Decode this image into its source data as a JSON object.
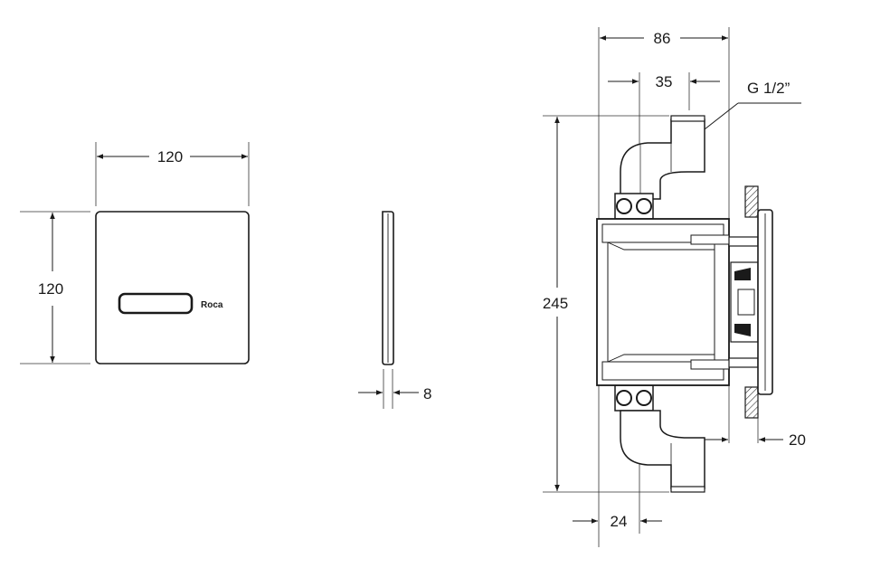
{
  "front_view": {
    "width_label": "120",
    "height_label": "120",
    "logo_text": "Roca"
  },
  "side_view": {
    "thickness_label": "8"
  },
  "install_view": {
    "depth_label": "86",
    "pipe_offset_label": "35",
    "thread_label": "G 1/2”",
    "height_label": "245",
    "wall_label": "20",
    "pipe_width_label": "24"
  }
}
